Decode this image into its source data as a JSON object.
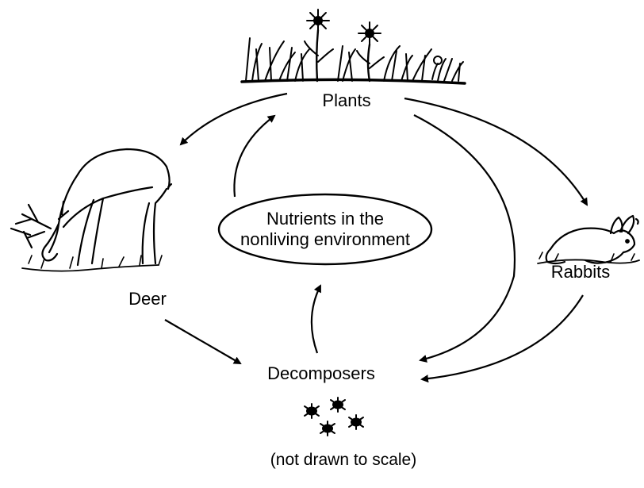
{
  "diagram": {
    "nodes": {
      "plants": "Plants",
      "deer": "Deer",
      "rabbits": "Rabbits",
      "decomposers": "Decomposers",
      "nutrients_line1": "Nutrients in the",
      "nutrients_line2": "nonliving environment"
    },
    "caption": "(not drawn to scale)",
    "edges": [
      {
        "from": "Plants",
        "to": "Deer"
      },
      {
        "from": "Plants",
        "to": "Rabbits"
      },
      {
        "from": "Plants",
        "to": "Decomposers"
      },
      {
        "from": "Deer",
        "to": "Decomposers"
      },
      {
        "from": "Rabbits",
        "to": "Decomposers"
      },
      {
        "from": "Decomposers",
        "to": "Nutrients in the nonliving environment"
      },
      {
        "from": "Nutrients in the nonliving environment",
        "to": "Plants"
      }
    ],
    "icons": [
      "plants-icon",
      "deer-icon",
      "rabbit-icon",
      "decomposers-icon"
    ]
  }
}
